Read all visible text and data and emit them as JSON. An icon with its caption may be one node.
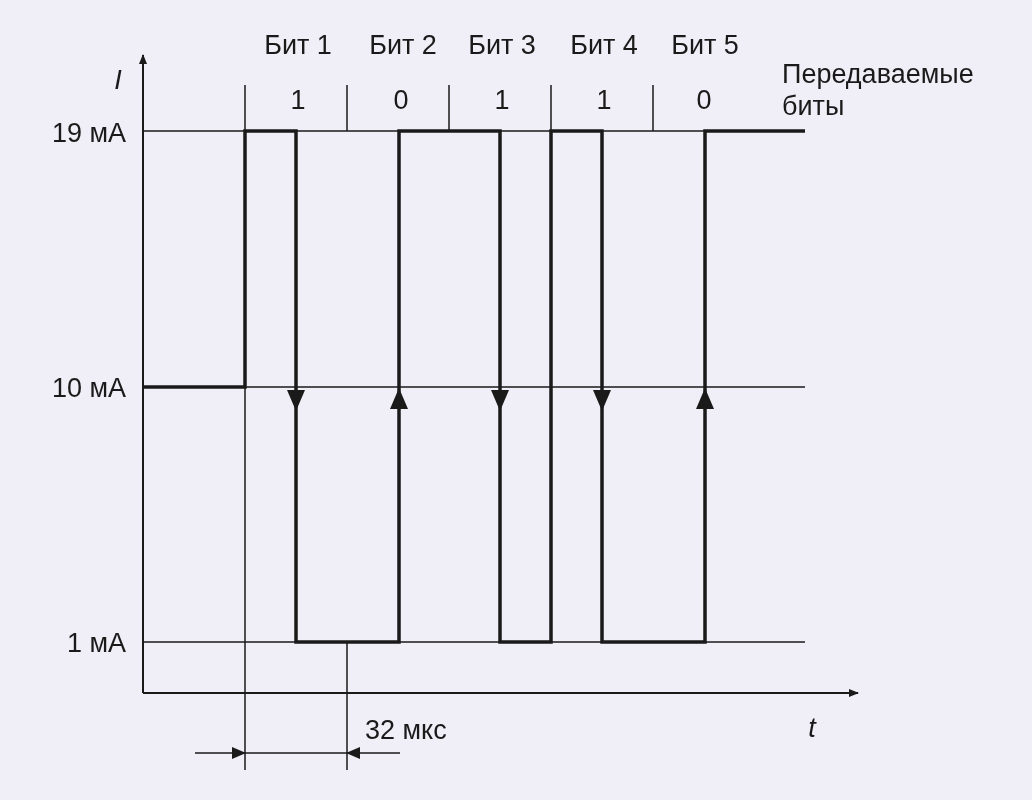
{
  "diagram": {
    "labels": [
      "Бит 1",
      "Бит 2",
      "Бит 3",
      "Бит 4",
      "Бит 5",
      "I",
      "1",
      "0",
      "1",
      "1",
      "0",
      "Передаваемые биты",
      "19 мА",
      "10 мА",
      "1 мА",
      "32 мкс",
      "t"
    ]
  }
}
